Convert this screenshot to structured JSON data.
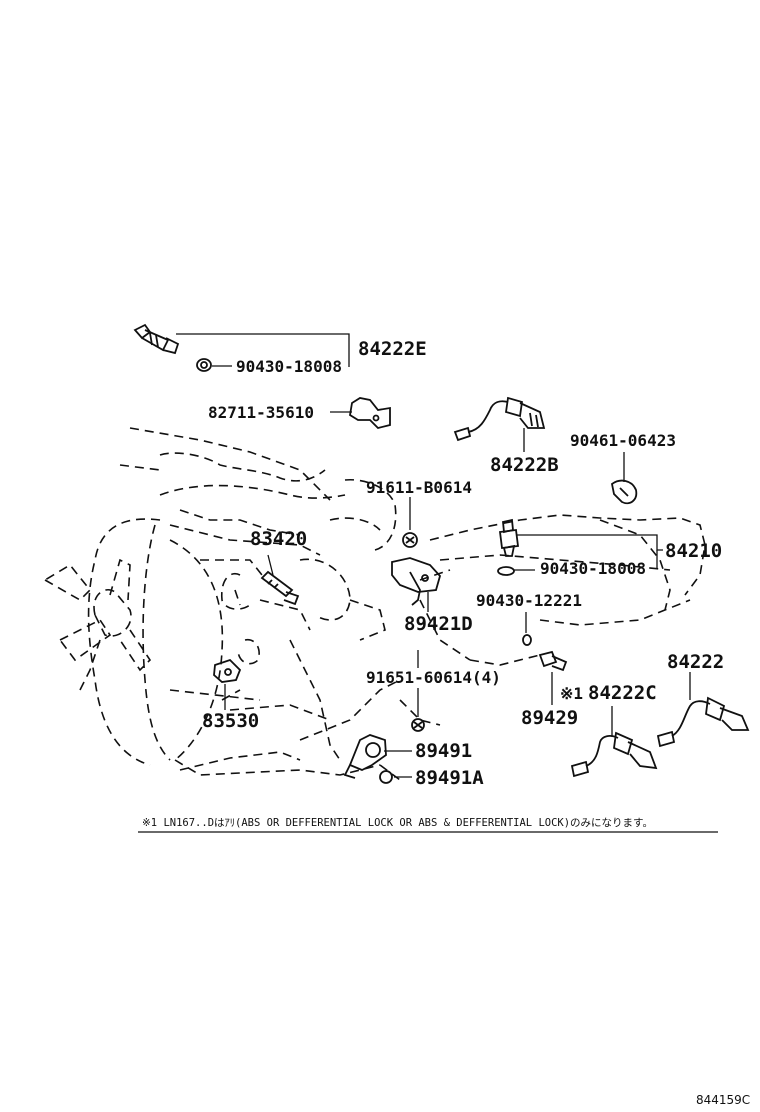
{
  "labels": {
    "p84222E": "84222E",
    "p90430_18008a": "90430-18008",
    "p82711": "82711-35610",
    "p84222B": "84222B",
    "p90461": "90461-06423",
    "p91611": "91611-B0614",
    "p83420": "83420",
    "p84210": "84210",
    "p90430_18008b": "90430-18008",
    "p90430_12221": "90430-12221",
    "p89421D": "89421D",
    "p84222": "84222",
    "p91651": "91651-60614(4)",
    "p84222C": "84222C",
    "p84222C_mark": "※1",
    "p83530": "83530",
    "p89429": "89429",
    "p89491": "89491",
    "p89491A": "89491A"
  },
  "note": "※1 LN167..Dはｱﾘ(ABS OR DEFFERENTIAL LOCK OR ABS & DEFFERENTIAL LOCK)のみになります。",
  "figure_id": "844159C"
}
